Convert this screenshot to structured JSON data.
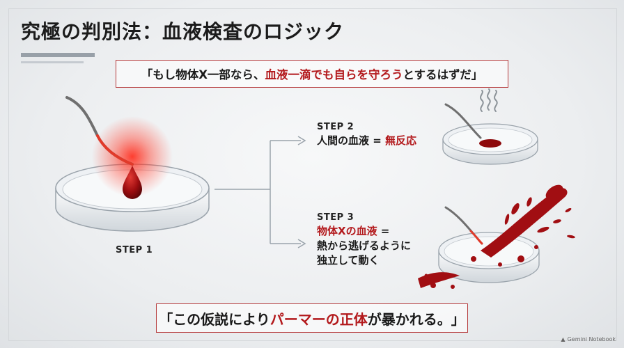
{
  "title": "究極の判別法：血液検査のロジック",
  "quote": {
    "open": "「",
    "pre": "もし物体X一部なら、",
    "highlight": "血液一滴でも自らを守ろう",
    "post": "とするはずだ",
    "close": "」"
  },
  "steps": {
    "step1_label": "STEP 1",
    "step2_label": "STEP 2",
    "step2_pre": "人間の血液 = ",
    "step2_highlight": "無反応",
    "step3_label": "STEP 3",
    "step3_highlight": "物体Xの血液",
    "step3_eq": " =",
    "step3_line2": "熱から逃げるように",
    "step3_line3": "独立して動く"
  },
  "conclusion": {
    "open": "「",
    "pre": "この仮説により",
    "highlight": "パーマーの正体",
    "post": "が暴かれる。",
    "close": "」"
  },
  "watermark": "Gemini Notebook",
  "colors": {
    "accent_red": "#b3191c",
    "frame_red": "#b5383a",
    "text": "#1a1a1a"
  },
  "icons": [
    "petri-dish",
    "hot-wire",
    "blood-drop",
    "steam-icon",
    "blood-splatter"
  ]
}
